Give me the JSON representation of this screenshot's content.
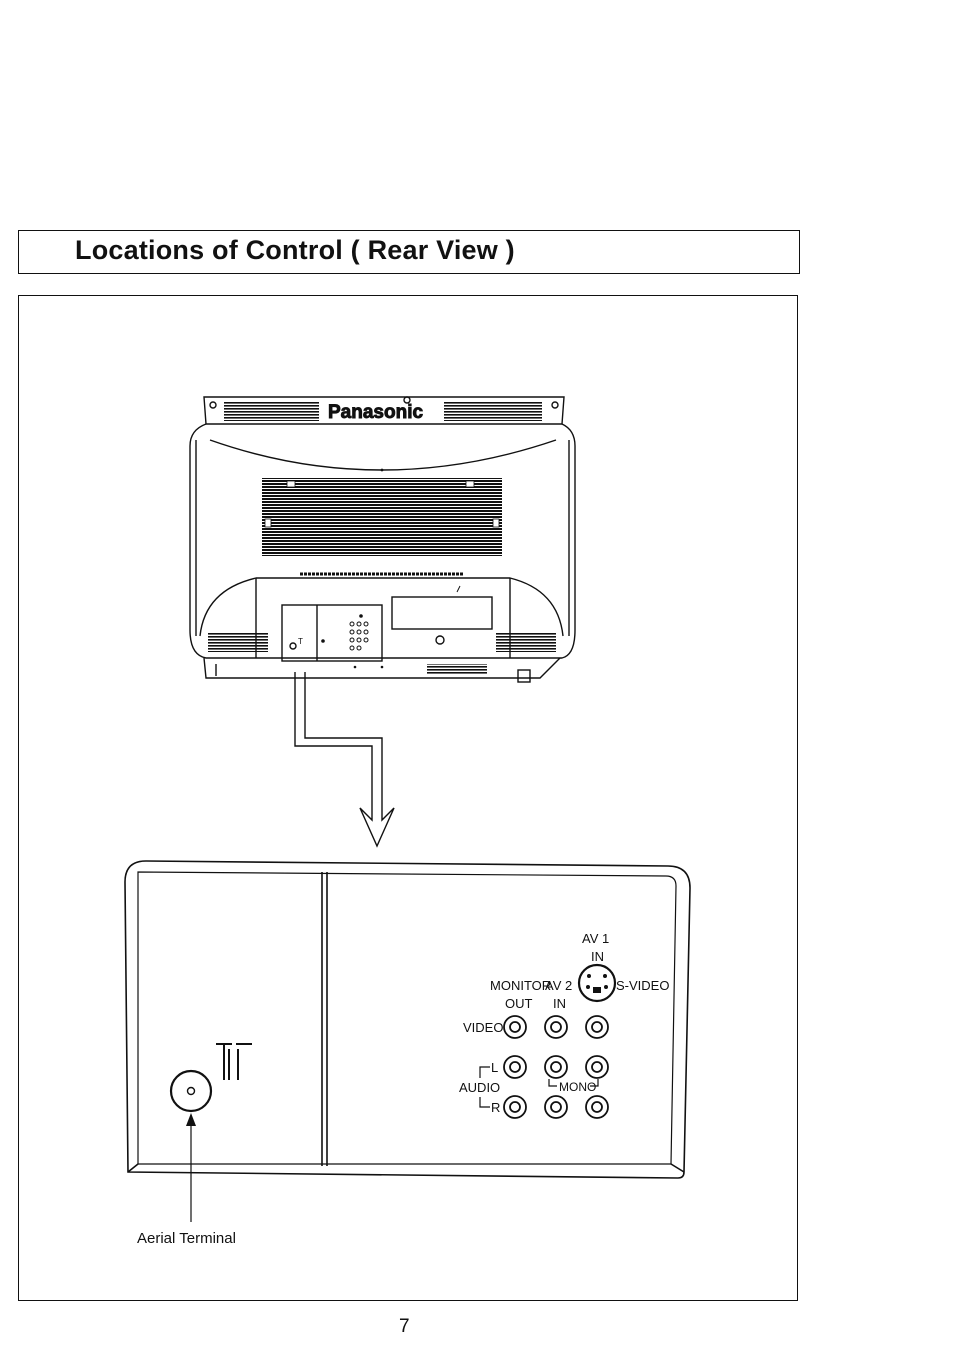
{
  "page": {
    "title": "Locations of Control ( Rear View )",
    "page_number": "7"
  },
  "tv": {
    "brand": "Panasonic"
  },
  "panel": {
    "av1_label": "AV 1",
    "av1_in_label": "IN",
    "monitor_label": "MONITOR",
    "av2_label": "AV 2",
    "s_video_label": "S-VIDEO",
    "out_label": "OUT",
    "in_label": "IN",
    "video_label": "VIDEO",
    "audio_label": "AUDIO",
    "l_label": "L",
    "r_label": "R",
    "mono_label": "MONO"
  },
  "callout": {
    "aerial_terminal": "Aerial Terminal"
  }
}
